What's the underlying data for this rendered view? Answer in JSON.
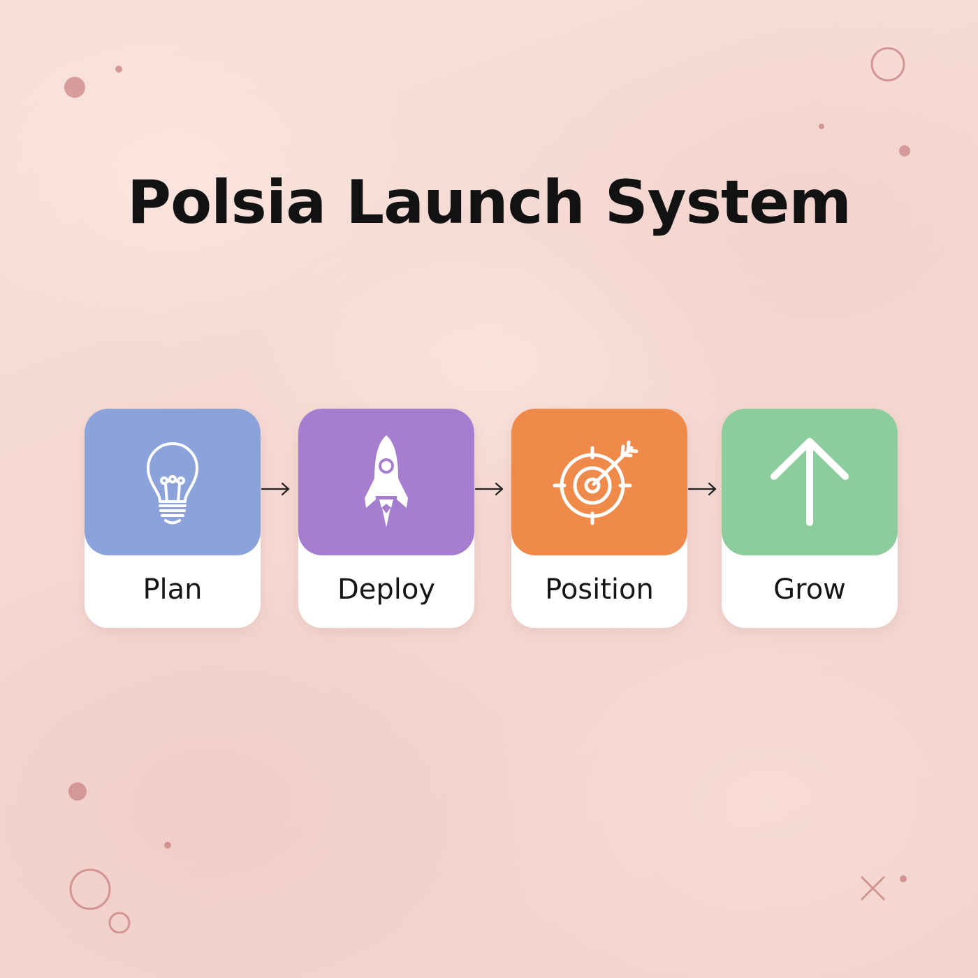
{
  "title": "Polsia Launch System",
  "steps": [
    {
      "label": "Plan",
      "icon": "lightbulb-icon",
      "color": "#8ba3da"
    },
    {
      "label": "Deploy",
      "icon": "rocket-icon",
      "color": "#a57ecf"
    },
    {
      "label": "Position",
      "icon": "target-icon",
      "color": "#f08a4b"
    },
    {
      "label": "Grow",
      "icon": "arrow-up-icon",
      "color": "#8dcc9c"
    }
  ],
  "colors": {
    "background": "#f6dcd5",
    "title": "#121212",
    "decoration": "#c98584",
    "connector": "#222222"
  }
}
